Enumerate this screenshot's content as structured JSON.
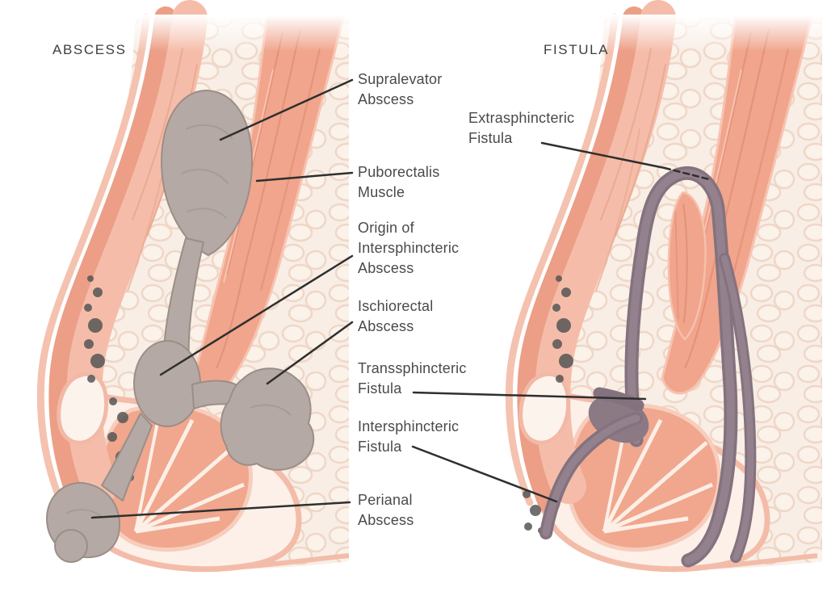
{
  "figure": {
    "type": "medical-anatomy-diagram",
    "subject": "Anorectal abscess and fistula cross-sections"
  },
  "panels": {
    "left": {
      "title": "ABSCESS"
    },
    "right": {
      "title": "FISTULA"
    }
  },
  "annotations": {
    "supralevator_abscess": {
      "lines": [
        "Supralevator",
        "Abscess"
      ]
    },
    "puborectalis_muscle": {
      "lines": [
        "Puborectalis",
        "Muscle"
      ]
    },
    "origin_intersphincteric_abscess": {
      "lines": [
        "Origin of",
        "Intersphincteric",
        "Abscess"
      ]
    },
    "ischiorectal_abscess": {
      "lines": [
        "Ischiorectal",
        "Abscess"
      ]
    },
    "perianal_abscess": {
      "lines": [
        "Perianal",
        "Abscess"
      ]
    },
    "extrasphincteric_fistula": {
      "lines": [
        "Extrasphincteric",
        "Fistula"
      ]
    },
    "transsphincteric_fistula": {
      "lines": [
        "Transsphincteric",
        "Fistula"
      ]
    },
    "intersphincteric_fistula": {
      "lines": [
        "Intersphincteric",
        "Fistula"
      ]
    }
  },
  "colors": {
    "background": "#ffffff",
    "muscle_salmon": "#f0a58c",
    "muscle_streak": "#e18c73",
    "mucosa_pink": "#f5bda9",
    "skin_outline": "#f3bca9",
    "fat_cream": "#f8eee6",
    "fat_bubble": "#efd7c7",
    "abscess_gray": "#b4a9a4",
    "abscess_edge": "#9b8e88",
    "fistula_mauve": "#8e7c87",
    "speckle_dark": "#565656",
    "label_text": "#4a4a4a",
    "leader_line": "#2f2f2f"
  }
}
